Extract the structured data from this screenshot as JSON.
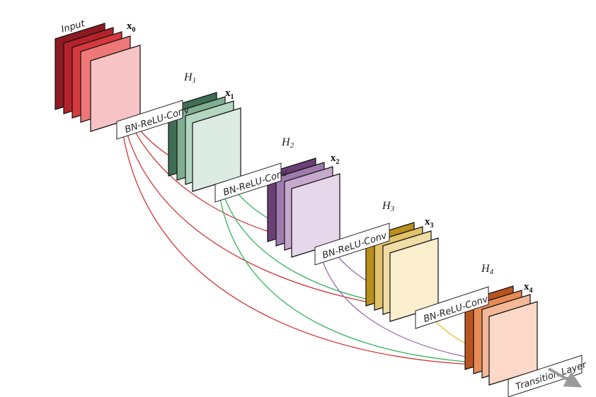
{
  "input_label": "Input",
  "op_label": "BN-ReLU-Conv",
  "transition_label": "Transition Layer",
  "colors": {
    "input": [
      "#8e1a22",
      "#b5222b",
      "#d63a3e",
      "#ee7777",
      "#f7c3c4"
    ],
    "block1": [
      "#3f6e54",
      "#7fae91",
      "#b3d6c1",
      "#dcece3"
    ],
    "block2": [
      "#6a3f74",
      "#a07bad",
      "#c7a9d0",
      "#e6d7ea"
    ],
    "block3": [
      "#b8901c",
      "#e2c26b",
      "#f0dca5",
      "#faeecf"
    ],
    "block4": [
      "#b85420",
      "#e88c56",
      "#f4b797",
      "#fbd8c7"
    ],
    "edge_input": "#d23434",
    "edge_x1": "#34b45a",
    "edge_x2": "#9c6aae",
    "edge_x3": "#e8bb28",
    "edge_x4": "#7a1a1a"
  },
  "layers": [
    {
      "x_main": "x",
      "x_sub": "0"
    },
    {
      "h_main": "H",
      "h_sub": "1",
      "x_main": "x",
      "x_sub": "1"
    },
    {
      "h_main": "H",
      "h_sub": "2",
      "x_main": "x",
      "x_sub": "2"
    },
    {
      "h_main": "H",
      "h_sub": "3",
      "x_main": "x",
      "x_sub": "3"
    },
    {
      "h_main": "H",
      "h_sub": "4",
      "x_main": "x",
      "x_sub": "4"
    }
  ]
}
